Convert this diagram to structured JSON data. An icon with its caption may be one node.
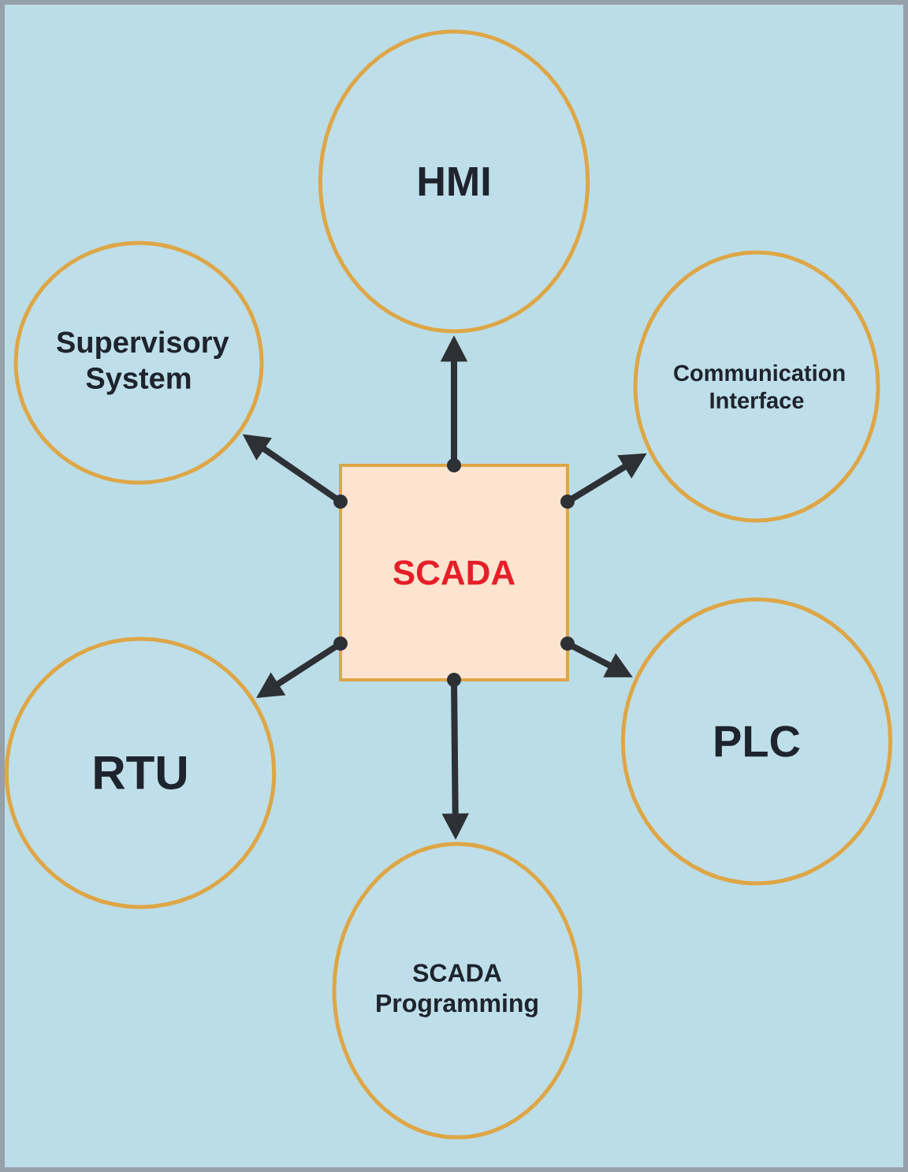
{
  "diagram": {
    "nodes": [
      {
        "text": [
          "SCADA"
        ]
      },
      {
        "text": [
          "HMI"
        ]
      },
      {
        "text": [
          "Supervisory System"
        ]
      },
      {
        "text": [
          "Communication Interface"
        ]
      },
      {
        "text": [
          "RTU"
        ]
      },
      {
        "text": [
          "PLC"
        ]
      },
      {
        "text": [
          "SCADA Programming"
        ]
      }
    ],
    "edges": [
      {
        "from": 0,
        "to": 1,
        "arrow": "to"
      },
      {
        "from": 0,
        "to": 2,
        "arrow": "to"
      },
      {
        "from": 0,
        "to": 3,
        "arrow": "to"
      },
      {
        "from": 0,
        "to": 4,
        "arrow": "to"
      },
      {
        "from": 0,
        "to": 5,
        "arrow": "to"
      },
      {
        "from": 0,
        "to": 6,
        "arrow": "to"
      }
    ]
  }
}
